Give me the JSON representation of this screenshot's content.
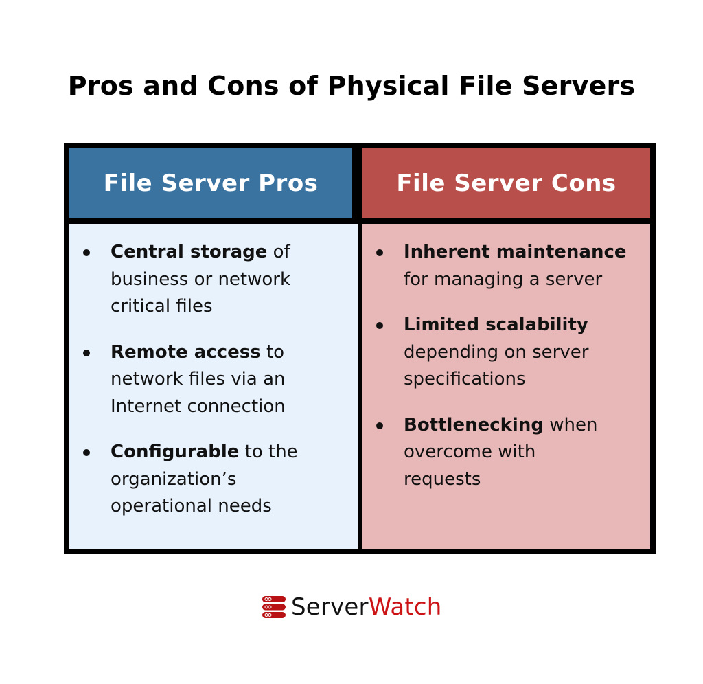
{
  "title": "Pros and Cons of Physical File Servers",
  "colors": {
    "pros_header": "#3a73a0",
    "pros_body": "#e8f2fc",
    "cons_header": "#b94f4b",
    "cons_body": "#e8b8b8",
    "border": "#000000",
    "logo_red": "#cc1417"
  },
  "pros": {
    "header": "File Server Pros",
    "items": [
      {
        "bold": "Central storage",
        "rest": " of business or network critical files"
      },
      {
        "bold": "Remote access",
        "rest": " to network files via an Internet connection"
      },
      {
        "bold": "Configurable",
        "rest": " to the organization’s operational needs"
      }
    ]
  },
  "cons": {
    "header": "File Server Cons",
    "items": [
      {
        "bold": "Inherent maintenance",
        "rest": " for managing a server"
      },
      {
        "bold": "Limited scalability",
        "rest": " depending on server specifications"
      },
      {
        "bold": "Bottlenecking",
        "rest": " when overcome with requests"
      }
    ]
  },
  "logo": {
    "part1": "Server",
    "part2": "Watch",
    "icon": "server-rack-icon"
  }
}
